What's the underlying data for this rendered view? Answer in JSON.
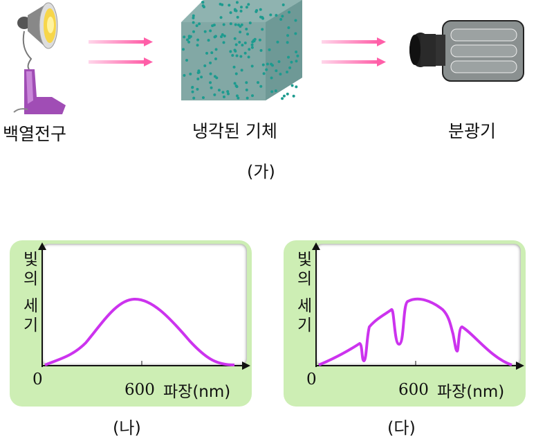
{
  "setup": {
    "lamp_label": "백열전구",
    "gas_label": "냉각된 기체",
    "spectrometer_label": "분광기",
    "caption": "(가)"
  },
  "graphs": [
    {
      "caption": "(나)",
      "y_label_chars": [
        "빛",
        "의",
        "세",
        "기"
      ],
      "origin": "0",
      "x_tick": "600",
      "x_label": "파장(nm)",
      "type": "continuous spectrum"
    },
    {
      "caption": "(다)",
      "y_label_chars": [
        "빛",
        "의",
        "세",
        "기"
      ],
      "origin": "0",
      "x_tick": "600",
      "x_label": "파장(nm)",
      "type": "absorption spectrum"
    }
  ],
  "colors": {
    "curve": "#cc33ee",
    "arrow": "#ff5fa8",
    "panel": "#cdeeb4",
    "gas": "#7fa5a2"
  }
}
